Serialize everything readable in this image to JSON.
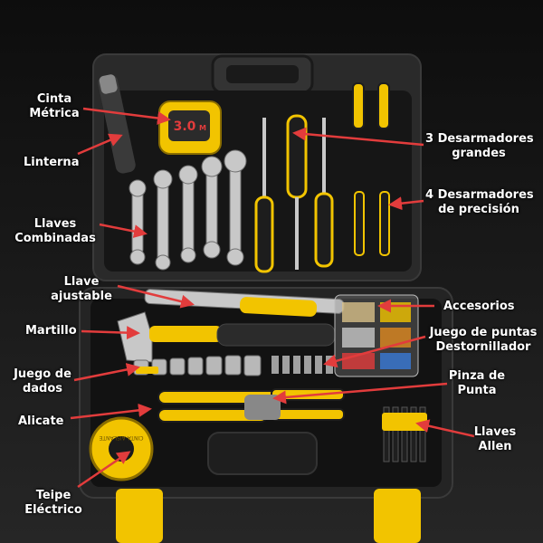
{
  "colors": {
    "background": "#1a1a1a",
    "case_body": "#2a2a2a",
    "case_tray": "#121212",
    "accent_yellow": "#f2c400",
    "arrow_red": "#e23c3c",
    "label_text": "#ffffff",
    "chrome": "#c8c8c8"
  },
  "labels": {
    "cinta_metrica": "Cinta\nMétrica",
    "linterna": "Linterna",
    "llaves_combinadas": "Llaves\nCombinadas",
    "llave_ajustable": "Llave\najustable",
    "martillo": "Martillo",
    "juego_dados": "Juego de\ndados",
    "alicate": "Alicate",
    "teipe_electrico": "Teipe\nEléctrico",
    "desarmadores_grandes": "3 Desarmadores\ngrandes",
    "desarmadores_precision": "4 Desarmadores\nde precisión",
    "accesorios": "Accesorios",
    "juego_puntas": "Juego de puntas\nDestornillador",
    "pinza_punta": "Pinza de\nPunta",
    "llaves_allen": "Llaves\nAllen"
  },
  "tape_measure": {
    "reading": "3.0",
    "unit": "M"
  },
  "electrical_tape_text": "CINTA AISLANTE"
}
